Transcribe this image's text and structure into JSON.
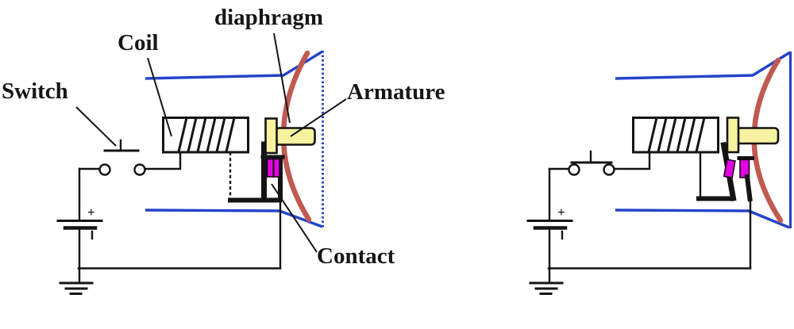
{
  "figure_labels": {
    "diaphragm": "diaphragm",
    "coil": "Coil",
    "switch": "Switch",
    "armature": "Armature",
    "contact": "Contact"
  },
  "battery": {
    "plus_sign": "+"
  },
  "colors": {
    "horn_blue": "#2444c9",
    "diaphragm_red": "#c05a51",
    "armature_yellow": "#f6f2a0",
    "contact_magenta": "#e202e2",
    "wire_black": "#141414",
    "background": "#ffffff"
  }
}
